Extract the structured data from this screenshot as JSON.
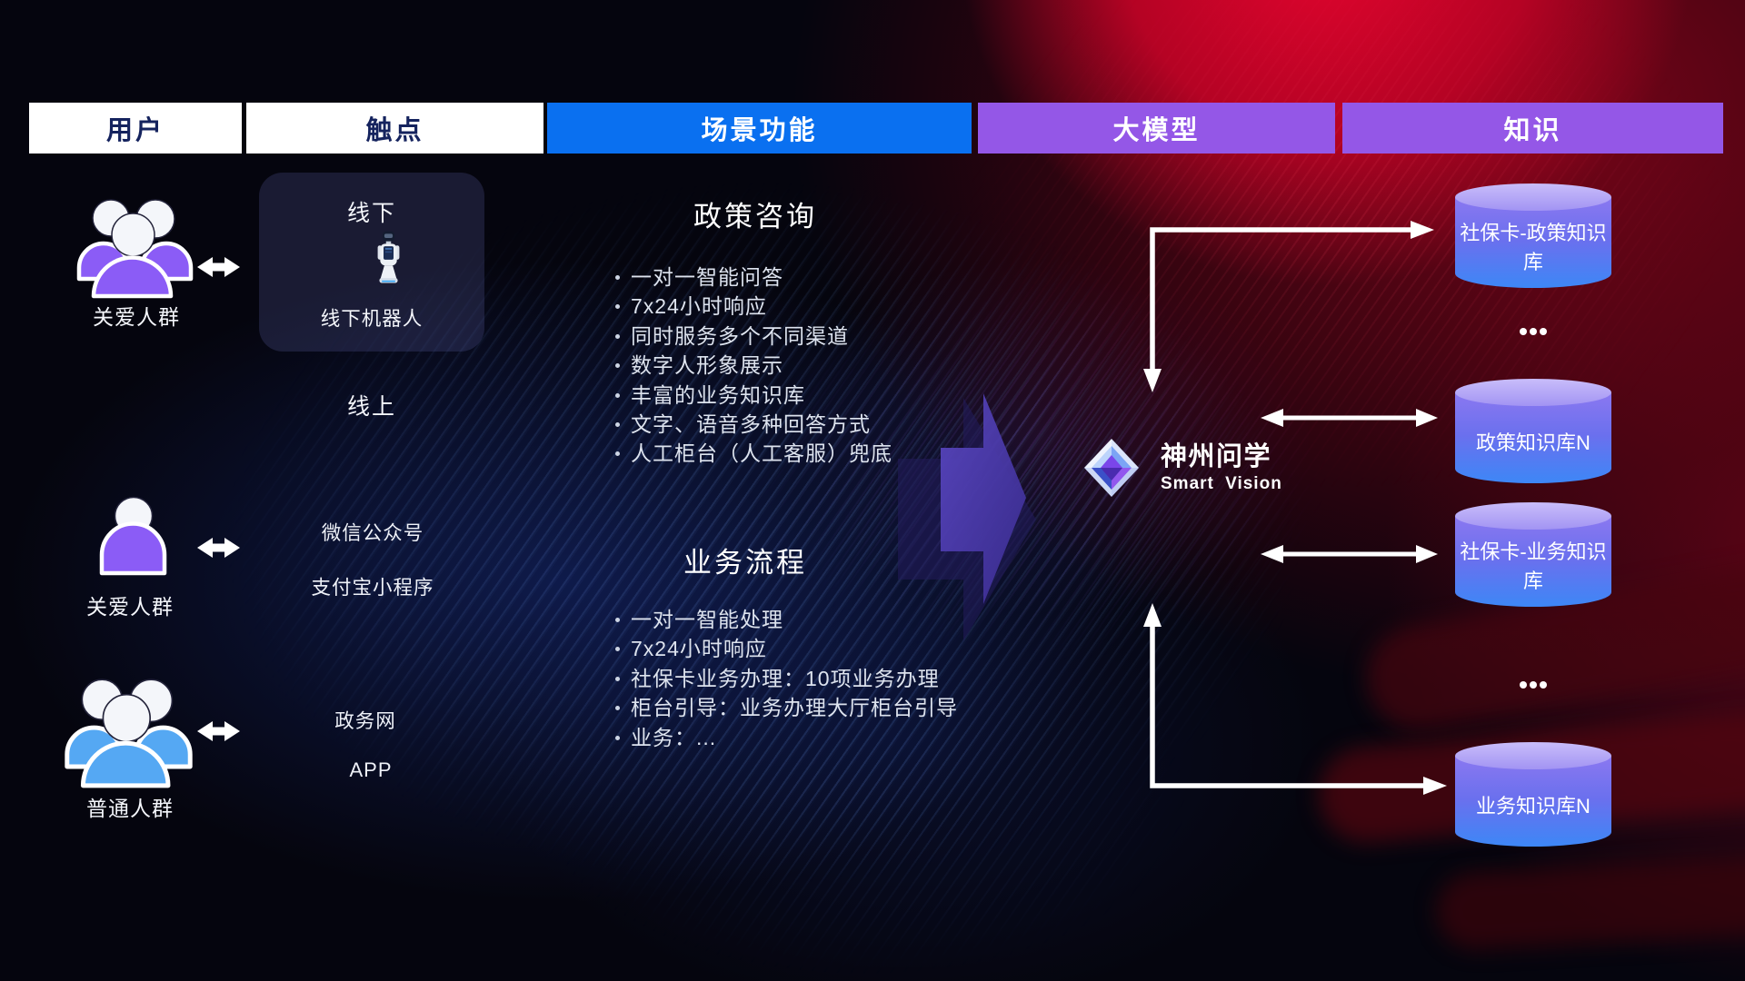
{
  "header": {
    "columns": [
      {
        "label": "用户"
      },
      {
        "label": "触点"
      },
      {
        "label": "场景功能"
      },
      {
        "label": "大模型"
      },
      {
        "label": "知识"
      }
    ]
  },
  "users": [
    {
      "label": "关爱人群",
      "icon": "group-users",
      "color": "#8b5cf6"
    },
    {
      "label": "关爱人群",
      "icon": "single-user",
      "color": "#8b5cf6"
    },
    {
      "label": "普通人群",
      "icon": "group-users",
      "color": "#55a8f3"
    }
  ],
  "touchpoints": {
    "offline_label": "线下",
    "offline_robot_label": "线下机器人",
    "online_label": "线上",
    "channels": [
      "微信公众号",
      "支付宝小程序",
      "政务网",
      "APP"
    ]
  },
  "scenarios": {
    "policy": {
      "title": "政策咨询",
      "items": [
        "一对一智能问答",
        "7x24小时响应",
        "同时服务多个不同渠道",
        "数字人形象展示",
        "丰富的业务知识库",
        "文字、语音多种回答方式",
        "人工柜台（人工客服）兜底"
      ]
    },
    "business": {
      "title": "业务流程",
      "items": [
        "一对一智能处理",
        "7x24小时响应",
        "社保卡业务办理：10项业务办理",
        "柜台引导：业务办理大厅柜台引导",
        "业务：..."
      ]
    }
  },
  "model": {
    "brand": "神州问学",
    "brand_sub": "Smart Vision"
  },
  "knowledge": {
    "databases": [
      "社保卡-政策知识\n库",
      "政策知识库N",
      "社保卡-业务知识\n库",
      "业务知识库N"
    ],
    "ellipsis": "..."
  },
  "colors": {
    "header_blue": "#0a70f0",
    "header_purple": "#9457e7",
    "user_purple": "#8b5cf6",
    "user_blue": "#55a8f3",
    "cylinder_top": "#b3a5f4",
    "cylinder_body_start": "#8b78f0",
    "cylinder_body_end": "#3d87f6",
    "accent_red": "#c00428"
  }
}
